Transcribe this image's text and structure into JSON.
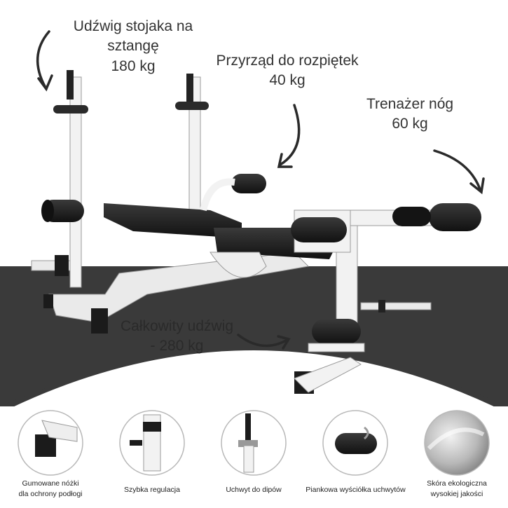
{
  "callouts": {
    "barbell_rack": {
      "line1": "Udźwig stojaka na sztangę",
      "line2": "180 kg"
    },
    "fly_attachment": {
      "line1": "Przyrząd do rozpiętek",
      "line2": "40 kg"
    },
    "leg_trainer": {
      "line1": "Trenażer nóg",
      "line2": "60 kg"
    },
    "total_capacity": {
      "line1": "Całkowity udźwig",
      "line2": "-  280 kg"
    }
  },
  "features": [
    {
      "line1": "Gumowane nóżki",
      "line2": "dla ochrony podłogi"
    },
    {
      "line1": "Szybka regulacja",
      "line2": ""
    },
    {
      "line1": "Uchwyt do dipów",
      "line2": ""
    },
    {
      "line1": "Piankowa wyściółka uchwytów",
      "line2": ""
    },
    {
      "line1": "Skóra ekologiczna",
      "line2": "wysokiej jakości"
    }
  ],
  "colors": {
    "backdrop": "#3a3a3a",
    "frame": "#f2f2f2",
    "upholstery": "#1b1b1b",
    "text": "#333333"
  }
}
